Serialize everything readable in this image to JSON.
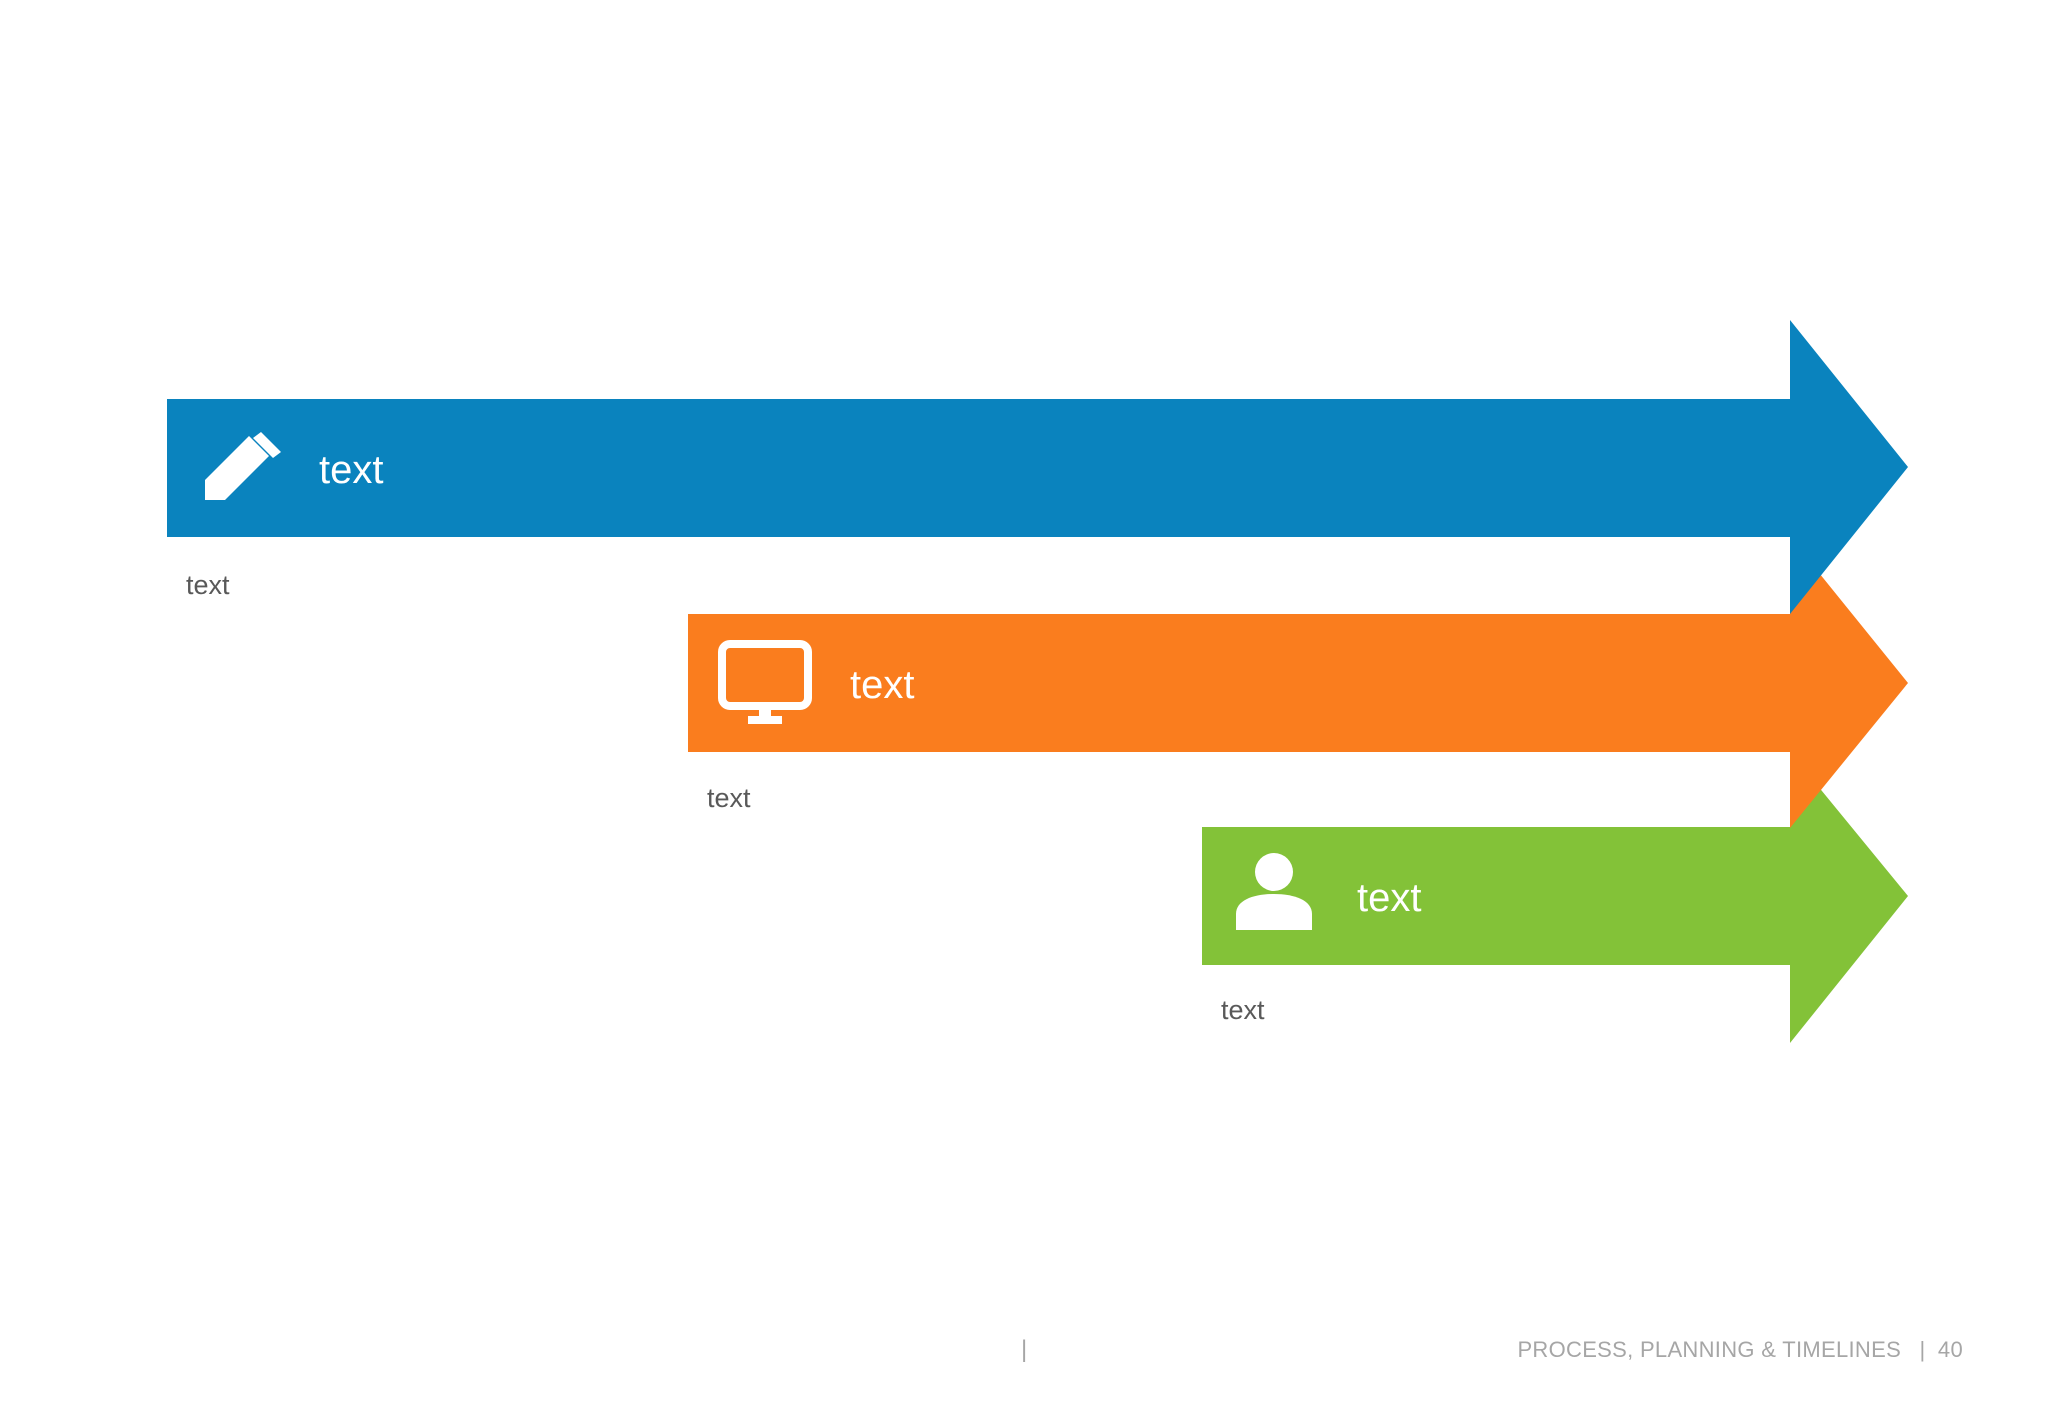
{
  "arrows": [
    {
      "label": "text",
      "sublabel": "text",
      "icon": "pencil-icon",
      "color": "#0A83BE"
    },
    {
      "label": "text",
      "sublabel": "text",
      "icon": "monitor-icon",
      "color": "#FA7D1E"
    },
    {
      "label": "text",
      "sublabel": "text",
      "icon": "person-icon",
      "color": "#83C238"
    }
  ],
  "footer": {
    "separator": "|",
    "section": "PROCESS, PLANNING & TIMELINES",
    "divider": "|",
    "page_number": "40"
  }
}
